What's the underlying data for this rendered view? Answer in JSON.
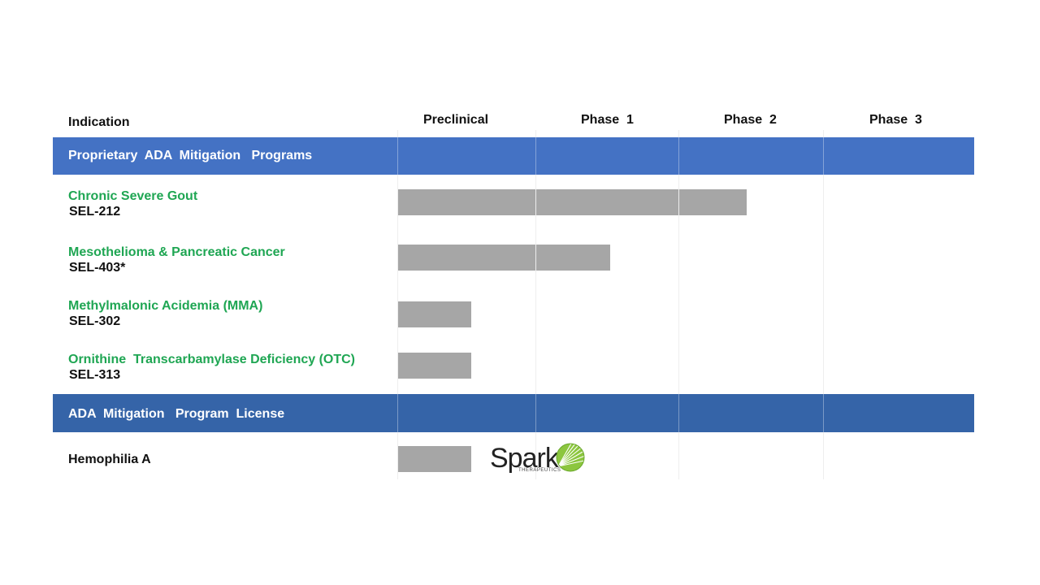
{
  "headers": {
    "indication": "Indication",
    "preclinical": "Preclinical",
    "phase1": "Phase  1",
    "phase2": "Phase  2",
    "phase3": "Phase  3"
  },
  "sections": [
    {
      "label": "Proprietary  ADA  Mitigation   Programs",
      "color": "#4472c4"
    },
    {
      "label": "ADA  Mitigation   Program  License",
      "color": "#3564a8"
    }
  ],
  "programs": [
    {
      "indication": "Chronic Severe Gout",
      "code": "SEL-212",
      "progress_stage": 2.47
    },
    {
      "indication": "Mesothelioma & Pancreatic Cancer",
      "code": "SEL-403*",
      "progress_stage": 1.52
    },
    {
      "indication": "Methylmalonic Acidemia (MMA)",
      "code": "SEL-302",
      "progress_stage": 0.53
    },
    {
      "indication": "Ornithine  Transcarbamylase Deficiency (OTC)",
      "code": "SEL-313",
      "progress_stage": 0.53
    }
  ],
  "license_programs": [
    {
      "indication": "Hemophilia A",
      "code": "",
      "progress_stage": 0.53,
      "partner_logo": "spark-therapeutics-logo"
    }
  ],
  "partner": {
    "word": "Spark",
    "sub": "THERAPEUTICS"
  },
  "colors": {
    "indication_text": "#1fa653",
    "bar_fill": "#a6a6a6",
    "logo_green": "#8cc63f"
  }
}
